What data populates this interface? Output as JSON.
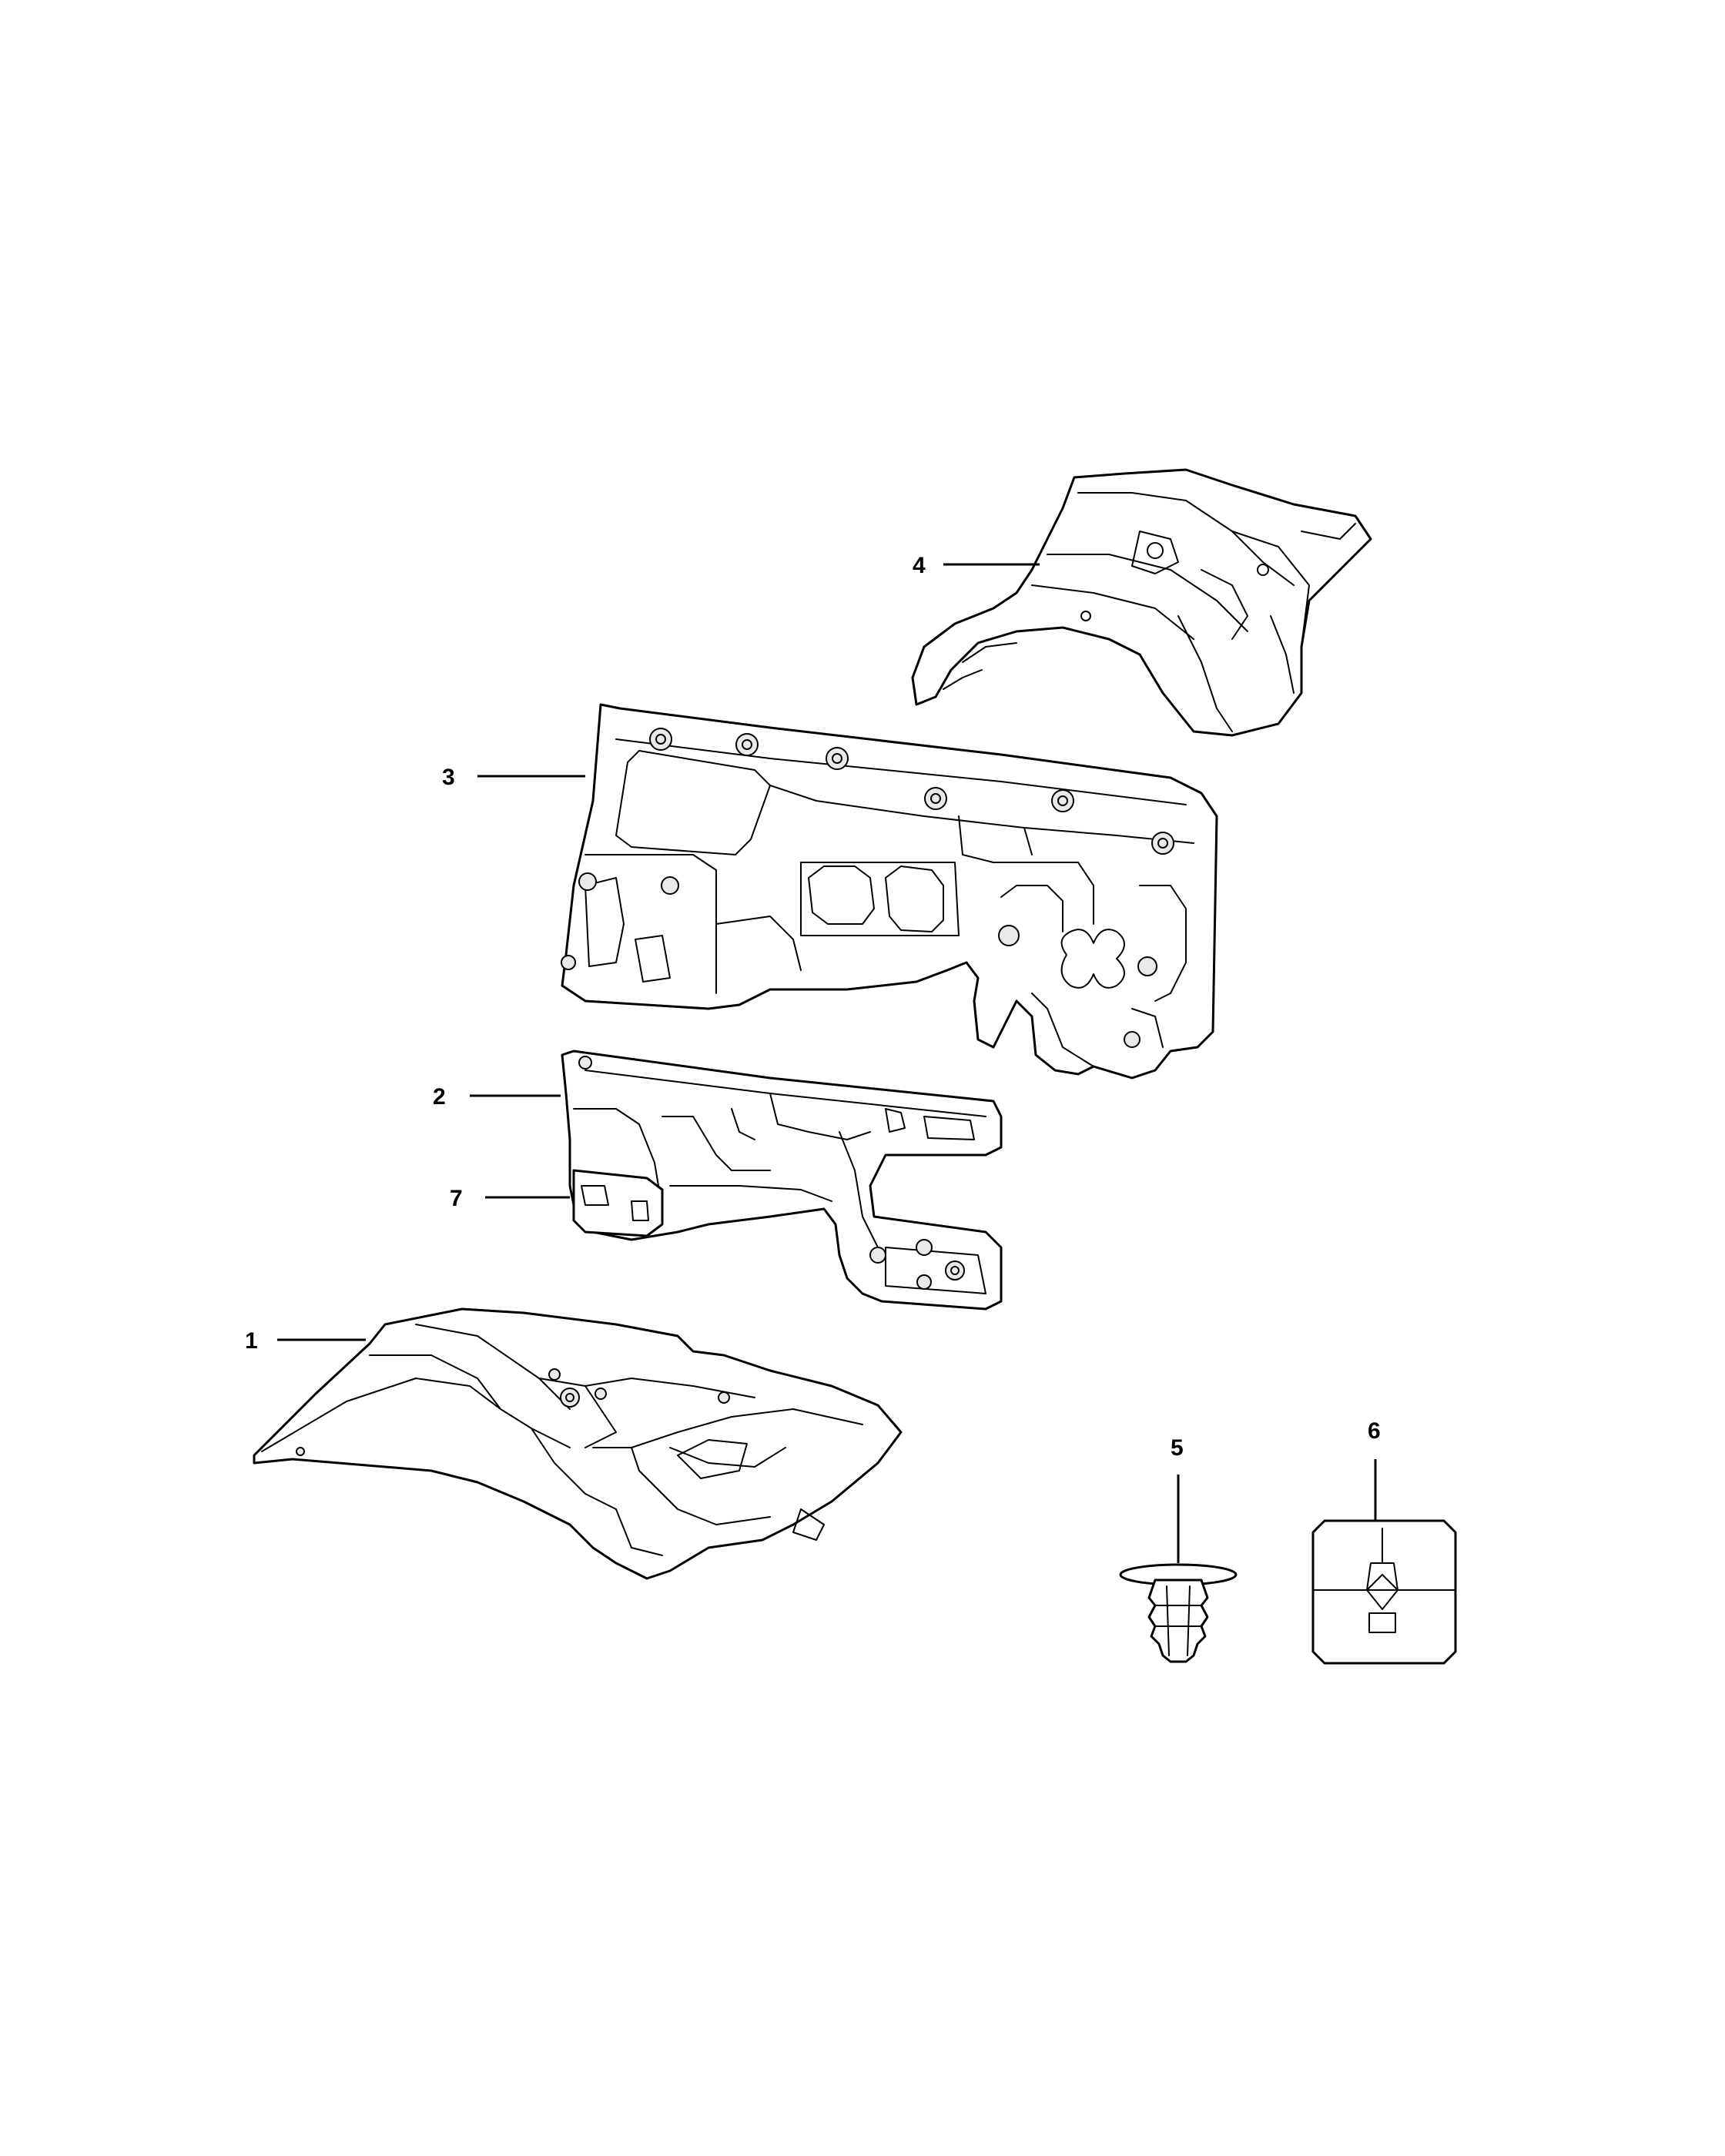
{
  "callouts": [
    {
      "id": "1",
      "label": "1"
    },
    {
      "id": "2",
      "label": "2"
    },
    {
      "id": "3",
      "label": "3"
    },
    {
      "id": "4",
      "label": "4"
    },
    {
      "id": "5",
      "label": "5"
    },
    {
      "id": "6",
      "label": "6"
    },
    {
      "id": "7",
      "label": "7"
    }
  ],
  "colors": {
    "line": "#000000",
    "background": "#ffffff",
    "shade": "#e9e9e9"
  }
}
